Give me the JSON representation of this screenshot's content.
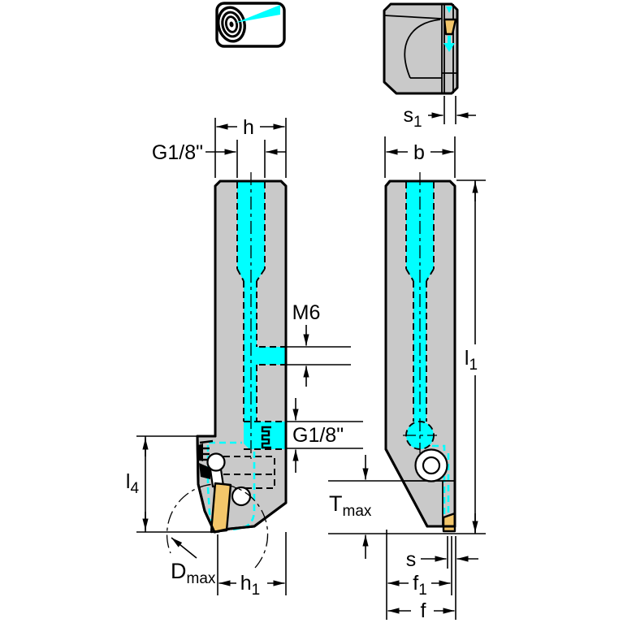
{
  "drawing": {
    "type": "technical-drawing",
    "icon": "coolant-through-spray-icon",
    "colors": {
      "background": "#ffffff",
      "body_fill": "#c9c9c9",
      "coolant_fill": "#00ffff",
      "insert_fill": "#f3c66a",
      "line": "#000000"
    },
    "labels": {
      "h": {
        "base": "h",
        "sub": ""
      },
      "g18_top": {
        "base": "G1/8\"",
        "sub": ""
      },
      "m6": {
        "base": "M6",
        "sub": ""
      },
      "g18_side": {
        "base": "G1/8\"",
        "sub": ""
      },
      "l4": {
        "base": "l",
        "sub": "4"
      },
      "dmax": {
        "base": "D",
        "sub": "max"
      },
      "h1": {
        "base": "h",
        "sub": "1"
      },
      "s1": {
        "base": "s",
        "sub": "1"
      },
      "b": {
        "base": "b",
        "sub": ""
      },
      "l1": {
        "base": "l",
        "sub": "1"
      },
      "tmax": {
        "base": "T",
        "sub": "max"
      },
      "s": {
        "base": "s",
        "sub": ""
      },
      "f1": {
        "base": "f",
        "sub": "1"
      },
      "f": {
        "base": "f",
        "sub": ""
      }
    }
  }
}
